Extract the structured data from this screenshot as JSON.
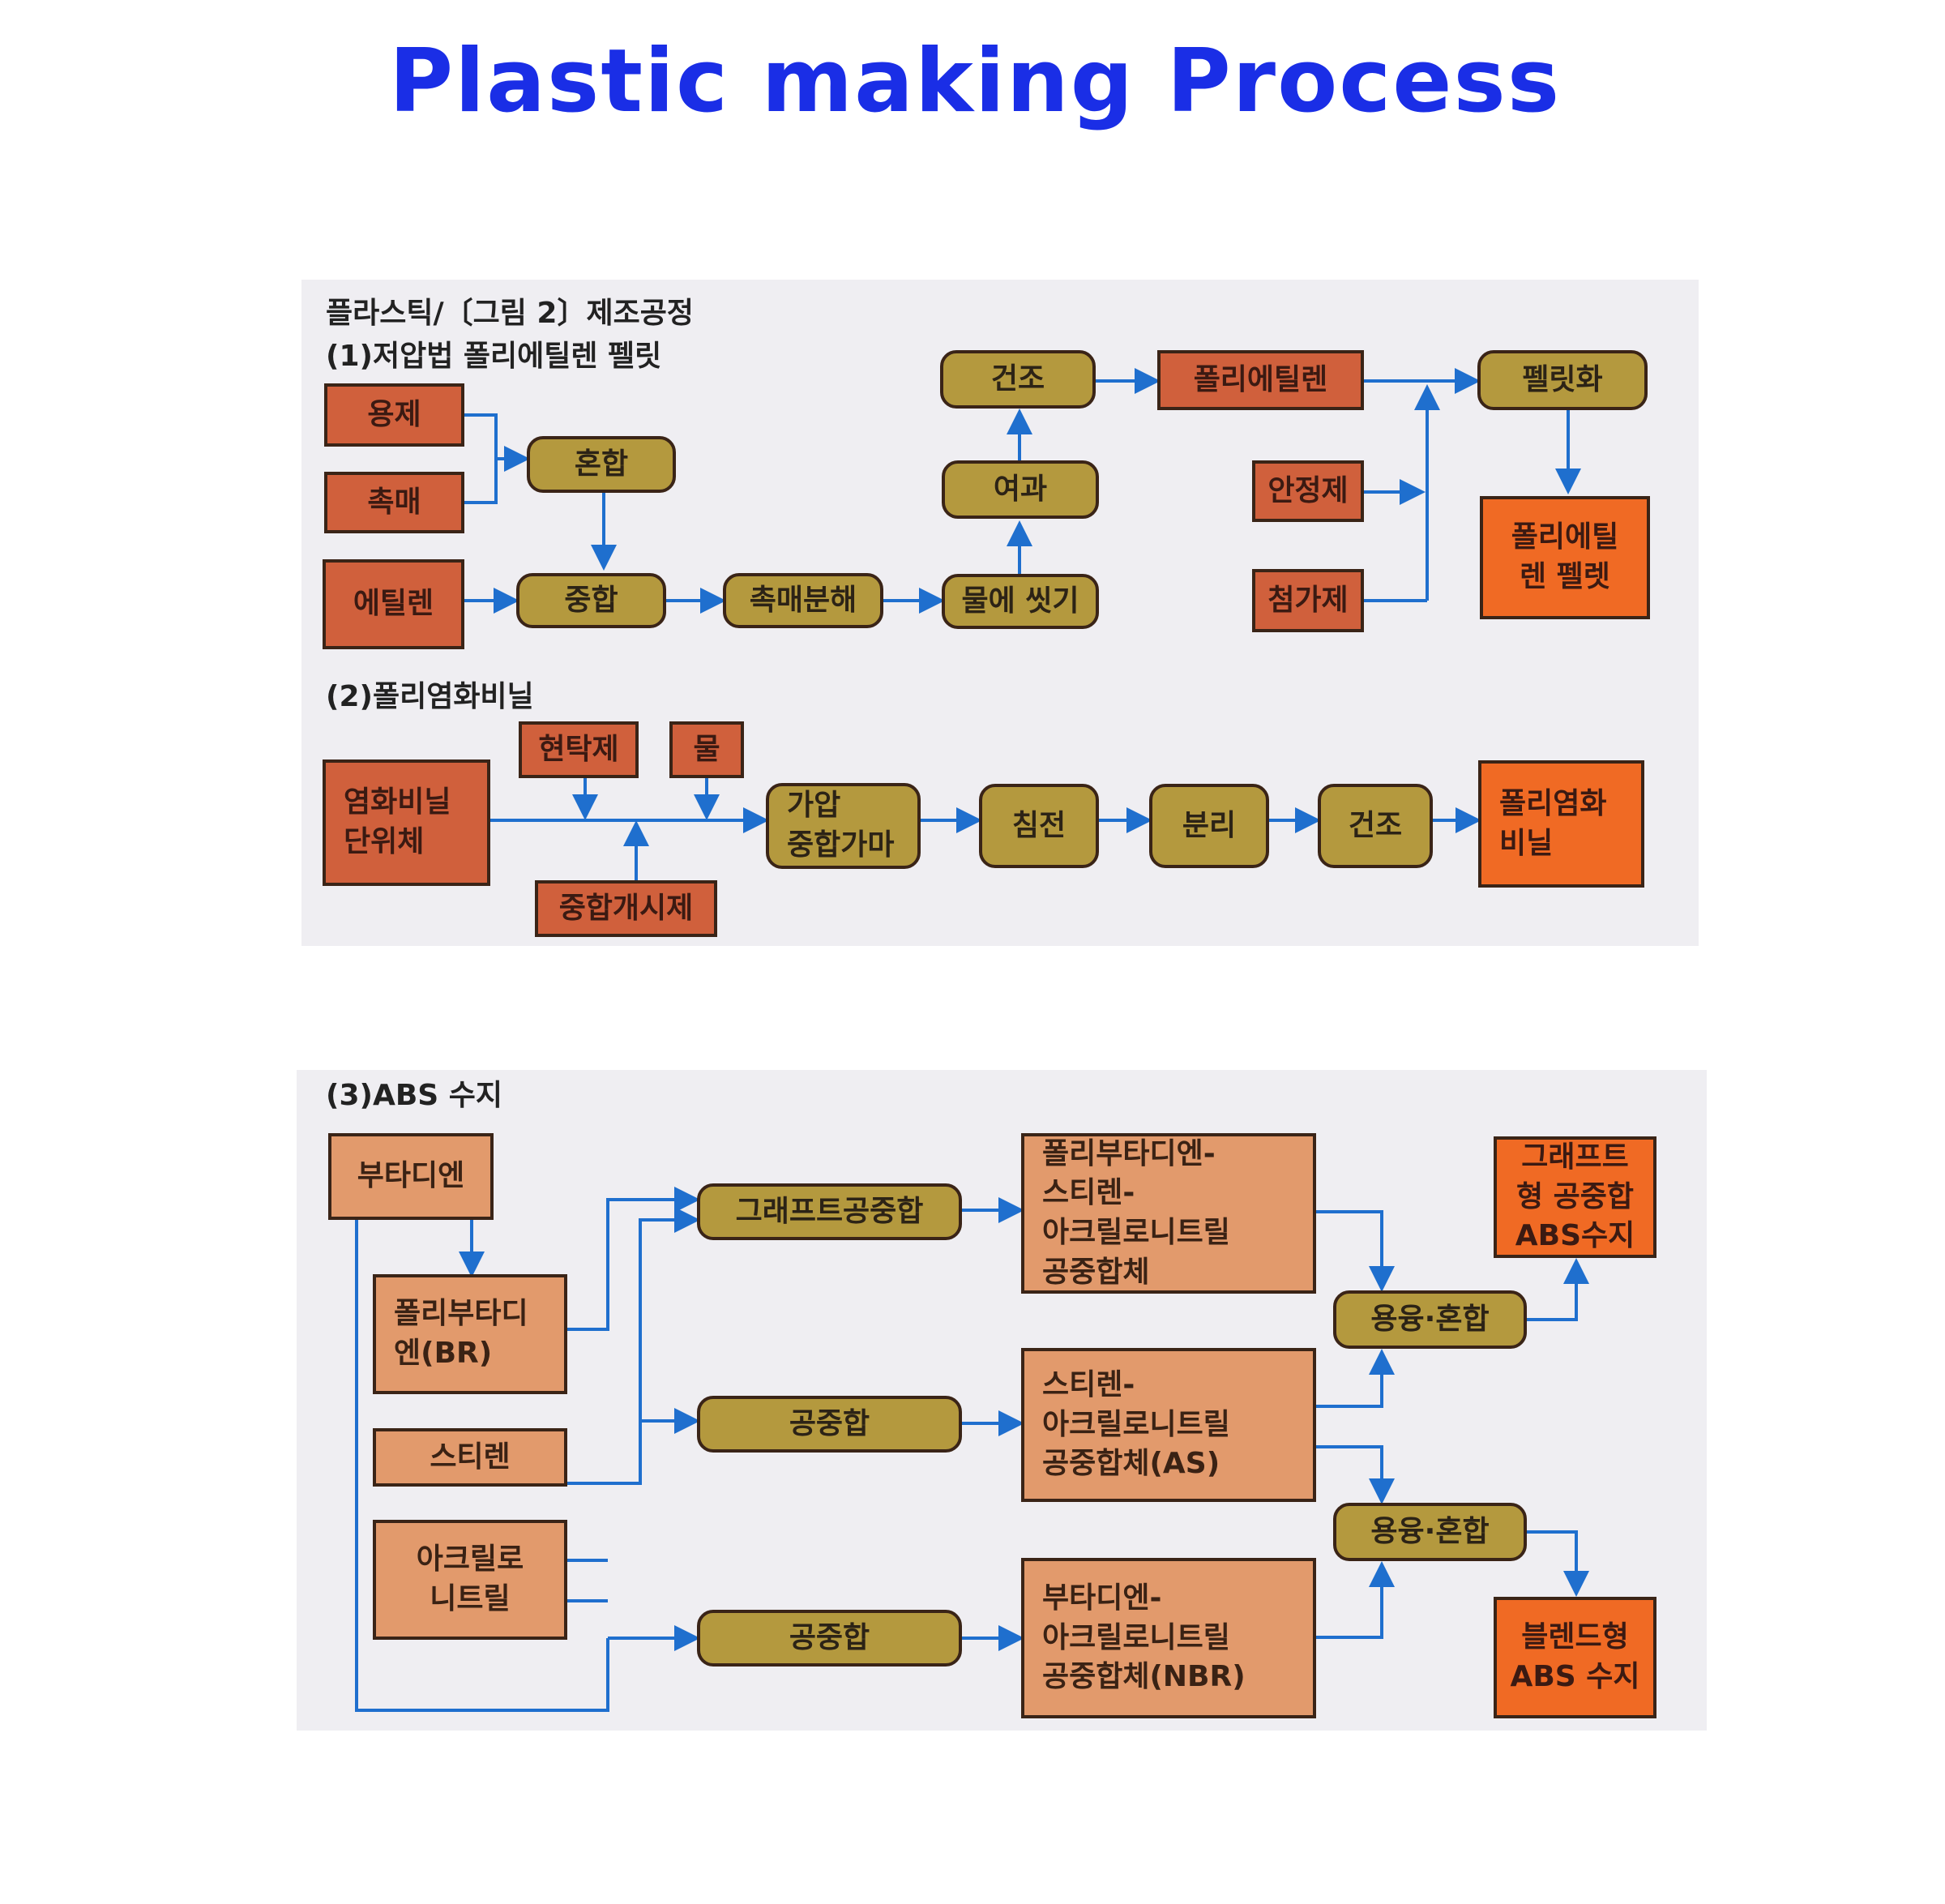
{
  "title": "Plastic making Process",
  "colors": {
    "title": "#1a2ee6",
    "arrow": "#1f6fce",
    "material": "#d0603c",
    "process": "#b4993e",
    "product": "#f06a24",
    "abs_box": "#e29a6c",
    "panel": "#efeef2"
  },
  "figure": {
    "heading": "플라스틱/〔그림 2〕제조공정",
    "sections": {
      "s1": "(1)저압법 폴리에틸렌 펠릿",
      "s2": "(2)폴리염화비닐",
      "s3": "(3)ABS 수지"
    }
  },
  "ldpe": {
    "solvent": "용제",
    "catalyst": "촉매",
    "ethylene": "에틸렌",
    "mixing": "혼합",
    "polymerization": "중합",
    "catalyst_decomp": "촉매분해",
    "water_wash": "물에 씻기",
    "filtration": "여과",
    "drying": "건조",
    "polyethylene": "폴리에틸렌",
    "stabilizer": "안정제",
    "additive": "첨가제",
    "pelletizing": "펠릿화",
    "pellet": "폴리에틸\n렌 펠렛"
  },
  "pvc": {
    "monomer": "염화비닐\n단위체",
    "suspending_agent": "현탁제",
    "water": "물",
    "initiator": "중합개시제",
    "pressure_kettle": "가압\n중합가마",
    "sedimentation": "침전",
    "separation": "분리",
    "drying": "건조",
    "product": "폴리염화\n비닐"
  },
  "abs": {
    "butadiene": "부타디엔",
    "polybutadiene": "폴리부타디\n엔(BR)",
    "styrene": "스티렌",
    "acrylonitrile": "아크릴로\n니트릴",
    "graft_copolymerization": "그래프트공중합",
    "copolymerization_1": "공중합",
    "copolymerization_2": "공중합",
    "pb_san": "폴리부타디엔-\n스티렌-\n아크릴로니트릴\n공중합체",
    "san": "스티렌-\n아크릴로니트릴\n공중합체(AS)",
    "nbr": "부타디엔-\n아크릴로니트릴\n공중합체(NBR)",
    "melt_blend_1": "용융·혼합",
    "melt_blend_2": "용융·혼합",
    "graft_abs": "그래프트\n형 공중합\nABS수지",
    "blend_abs": "블렌드형\nABS 수지"
  }
}
